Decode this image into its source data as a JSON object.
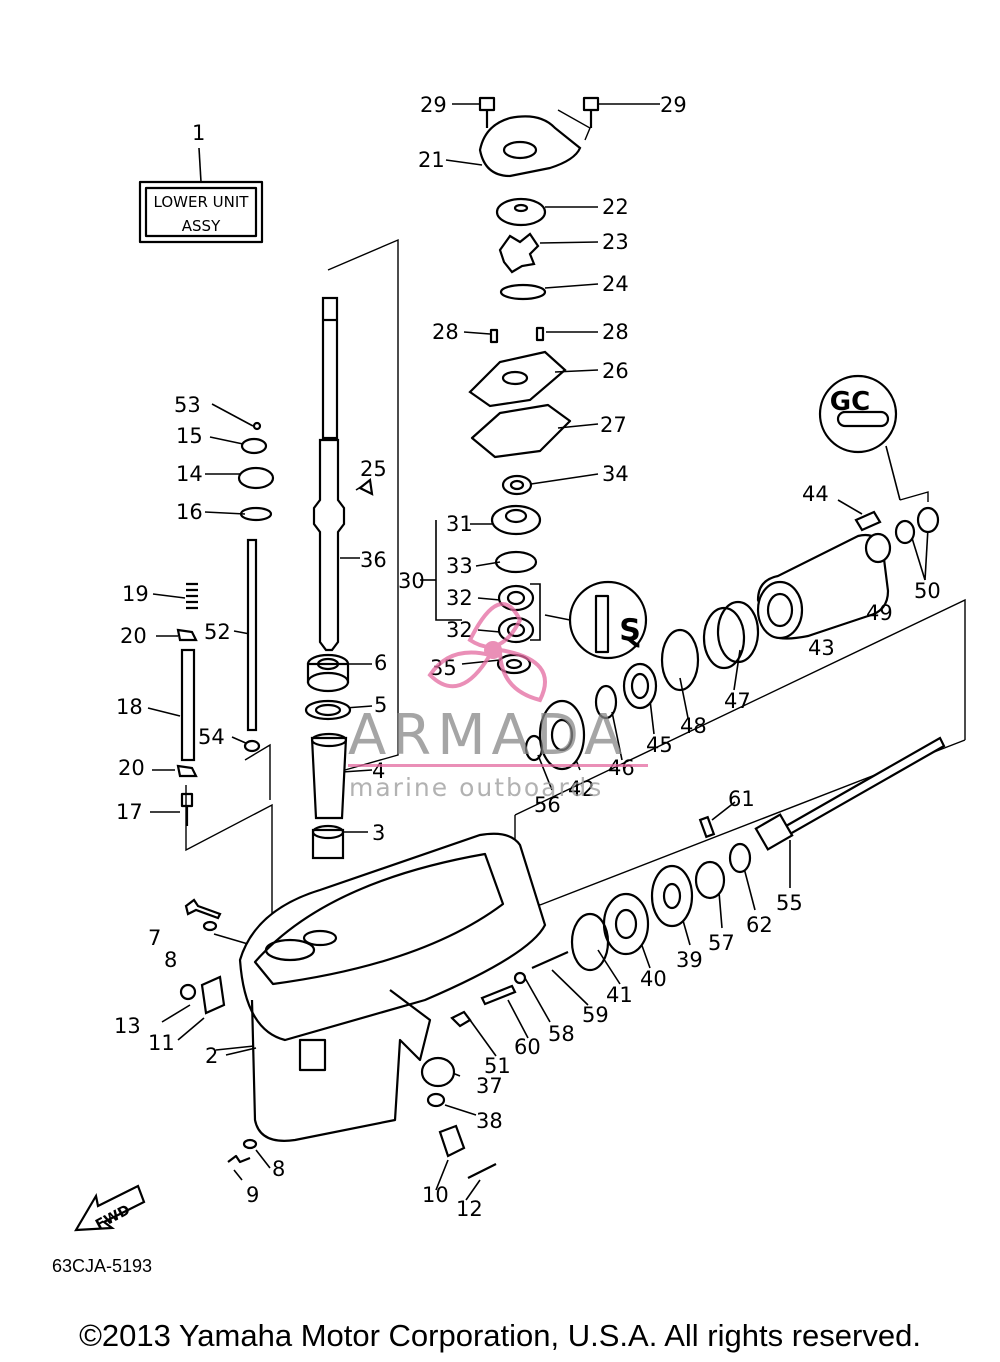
{
  "title_box": {
    "line1": "LOWER UNIT",
    "line2": "ASSY"
  },
  "figure_code": "63CJA-5193",
  "copyright": "©2013 Yamaha Motor Corporation, U.S.A. All rights reserved.",
  "watermark": {
    "brand": "ARMADA",
    "tagline": "marine outboards",
    "accent_color": "#e46aa0"
  },
  "callouts": [
    "1",
    "2",
    "3",
    "4",
    "5",
    "6",
    "7",
    "8",
    "9",
    "10",
    "11",
    "12",
    "13",
    "14",
    "15",
    "16",
    "17",
    "18",
    "19",
    "20",
    "21",
    "22",
    "23",
    "24",
    "25",
    "26",
    "27",
    "28",
    "29",
    "30",
    "31",
    "32",
    "33",
    "34",
    "35",
    "36",
    "37",
    "38",
    "39",
    "40",
    "41",
    "42",
    "43",
    "44",
    "45",
    "46",
    "47",
    "48",
    "49",
    "50",
    "51",
    "52",
    "53",
    "54",
    "55",
    "56",
    "57",
    "58",
    "59",
    "60",
    "61",
    "62"
  ],
  "symbols": {
    "fwd": "FWD"
  }
}
